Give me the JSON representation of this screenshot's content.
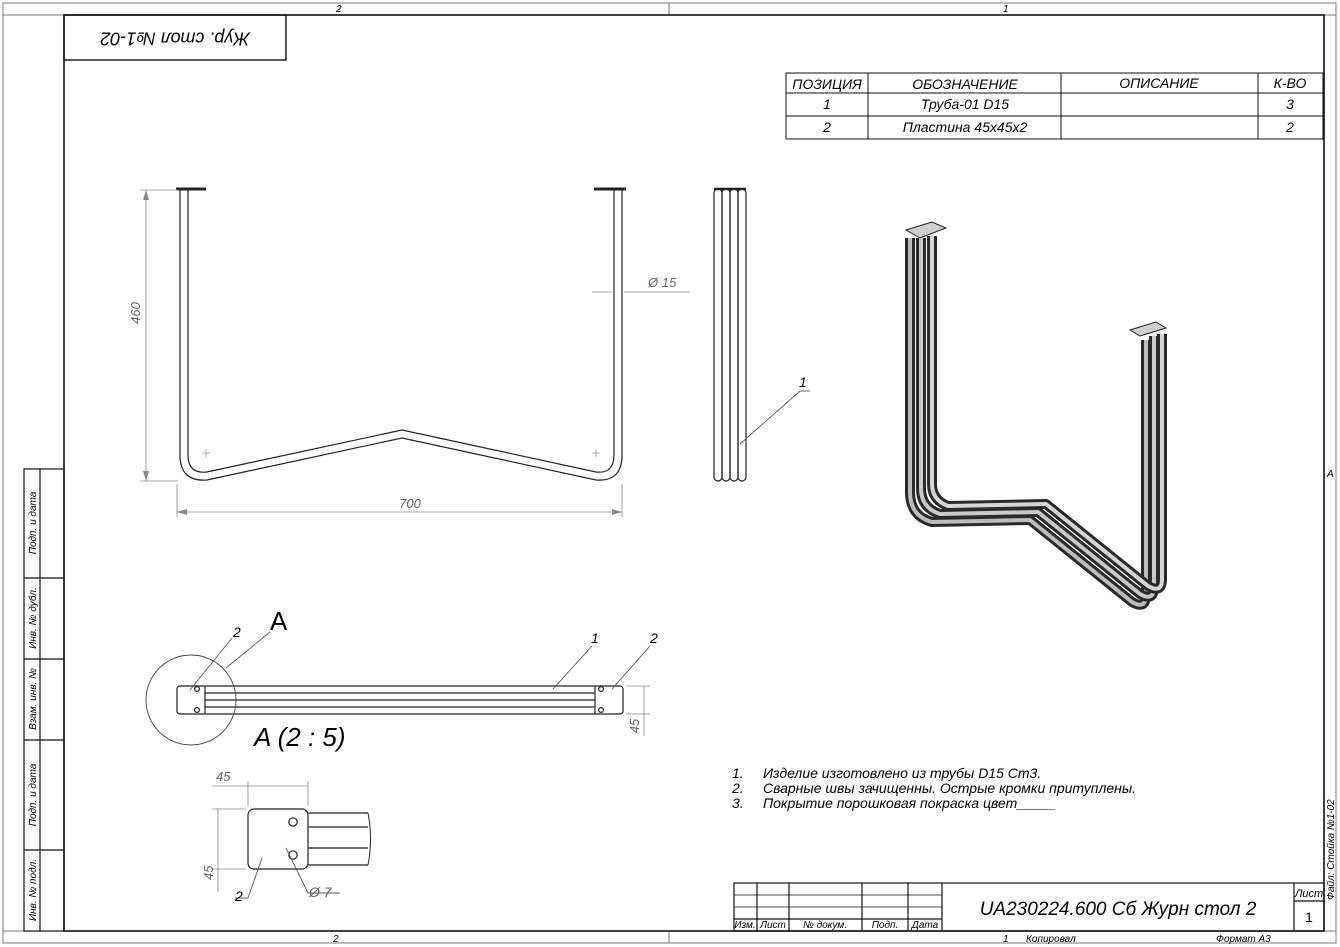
{
  "frame": {
    "zone_top_left": "2",
    "zone_top_right": "1",
    "zone_bottom_left": "2",
    "zone_side_right": "A",
    "file_label": "Файл: Стойка №1-02"
  },
  "stamp_corner": "Жур. стол №1-02",
  "spec_table": {
    "headers": [
      "ПОЗИЦИЯ",
      "ОБОЗНАЧЕНИЕ",
      "ОПИСАНИЕ",
      "К-ВО"
    ],
    "rows": [
      [
        "1",
        "Труба-01 D15",
        "",
        "3"
      ],
      [
        "2",
        "Пластина 45x45x2",
        "",
        "2"
      ]
    ]
  },
  "dims": {
    "height": "460",
    "width": "700",
    "tube_diameter": "Ø 15",
    "plate_w": "45",
    "plate_h": "45",
    "plan_h": "45",
    "hole_d": "Ø 7"
  },
  "callouts": {
    "side_tube": "1",
    "plan_plate_left": "2",
    "plan_tube": "1",
    "plan_plate_right": "2",
    "detail_plate": "2",
    "view_letter": "A",
    "view_title": "A (2 : 5)"
  },
  "notes": [
    {
      "num": "1.",
      "text": "Изделие изготовлено из трубы D15 Ст3."
    },
    {
      "num": "2.",
      "text": "Сварные швы зачищенны. Острые кромки притуплены."
    },
    {
      "num": "3.",
      "text": "Покрытие порошковая покраска цвет_____"
    }
  ],
  "left_strip": [
    "Подп. и дата",
    "Инв. № дубл.",
    "Взам. инв. №",
    "Подп. и дата",
    "Инв. № подл."
  ],
  "title_block": {
    "cols": [
      "Изм.",
      "Лист",
      "№ докум.",
      "Подп.",
      "Дата"
    ],
    "designation": "UA230224.600 Сб Журн стол 2",
    "sheet_label": "Лист",
    "sheet_num": "1",
    "under_left_num": "1",
    "copied": "Копировал",
    "format": "Формат А3"
  }
}
